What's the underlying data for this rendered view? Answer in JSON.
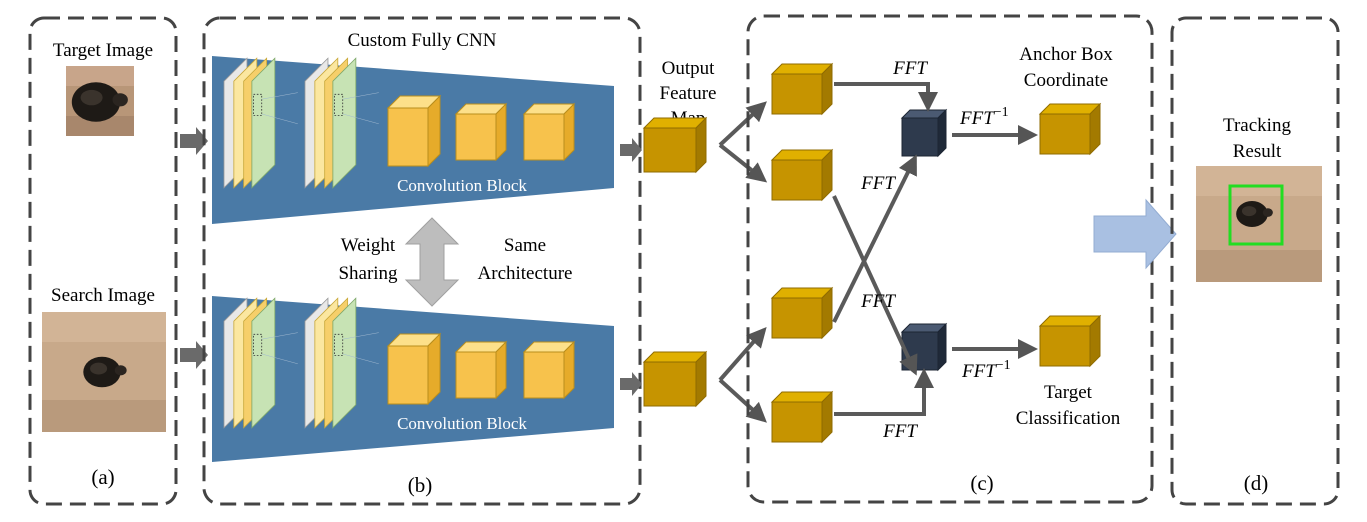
{
  "panel_a": {
    "target_label": "Target  Image",
    "search_label": "Search Image",
    "caption": "(a)"
  },
  "panel_b": {
    "title": "Custom Fully CNN",
    "conv_block_top": "Convolution Block",
    "conv_block_bottom": "Convolution Block",
    "weight_sharing_line1": "Weight",
    "weight_sharing_line2": "Sharing",
    "same_arch_line1": "Same",
    "same_arch_line2": "Architecture",
    "caption": "(b)"
  },
  "output_feature_map": {
    "line1": "Output",
    "line2": "Feature",
    "line3": "Map"
  },
  "panel_c": {
    "fft_1": "FFT",
    "fft_2": "FFT",
    "fft_3": "FFT",
    "fft_4": "FFT",
    "ifft_top": "FFT",
    "ifft_bottom": "FFT",
    "ifft_sup": "−1",
    "anchor_line1": "Anchor Box",
    "anchor_line2": "Coordinate",
    "target_line1": "Target",
    "target_line2": "Classification",
    "caption": "(c)"
  },
  "panel_d": {
    "line1": "Tracking",
    "line2": "Result",
    "caption": "(d)"
  },
  "colors": {
    "cnn_blue": "#4a7aa6",
    "cube_light": "#f5c24f",
    "cube_dark": "#c69400",
    "xcorr": "#2e3a4d",
    "arrow_gray": "#5a5a5a",
    "result_arrow": "#a9c0e2",
    "bbox": "#22dd22"
  }
}
